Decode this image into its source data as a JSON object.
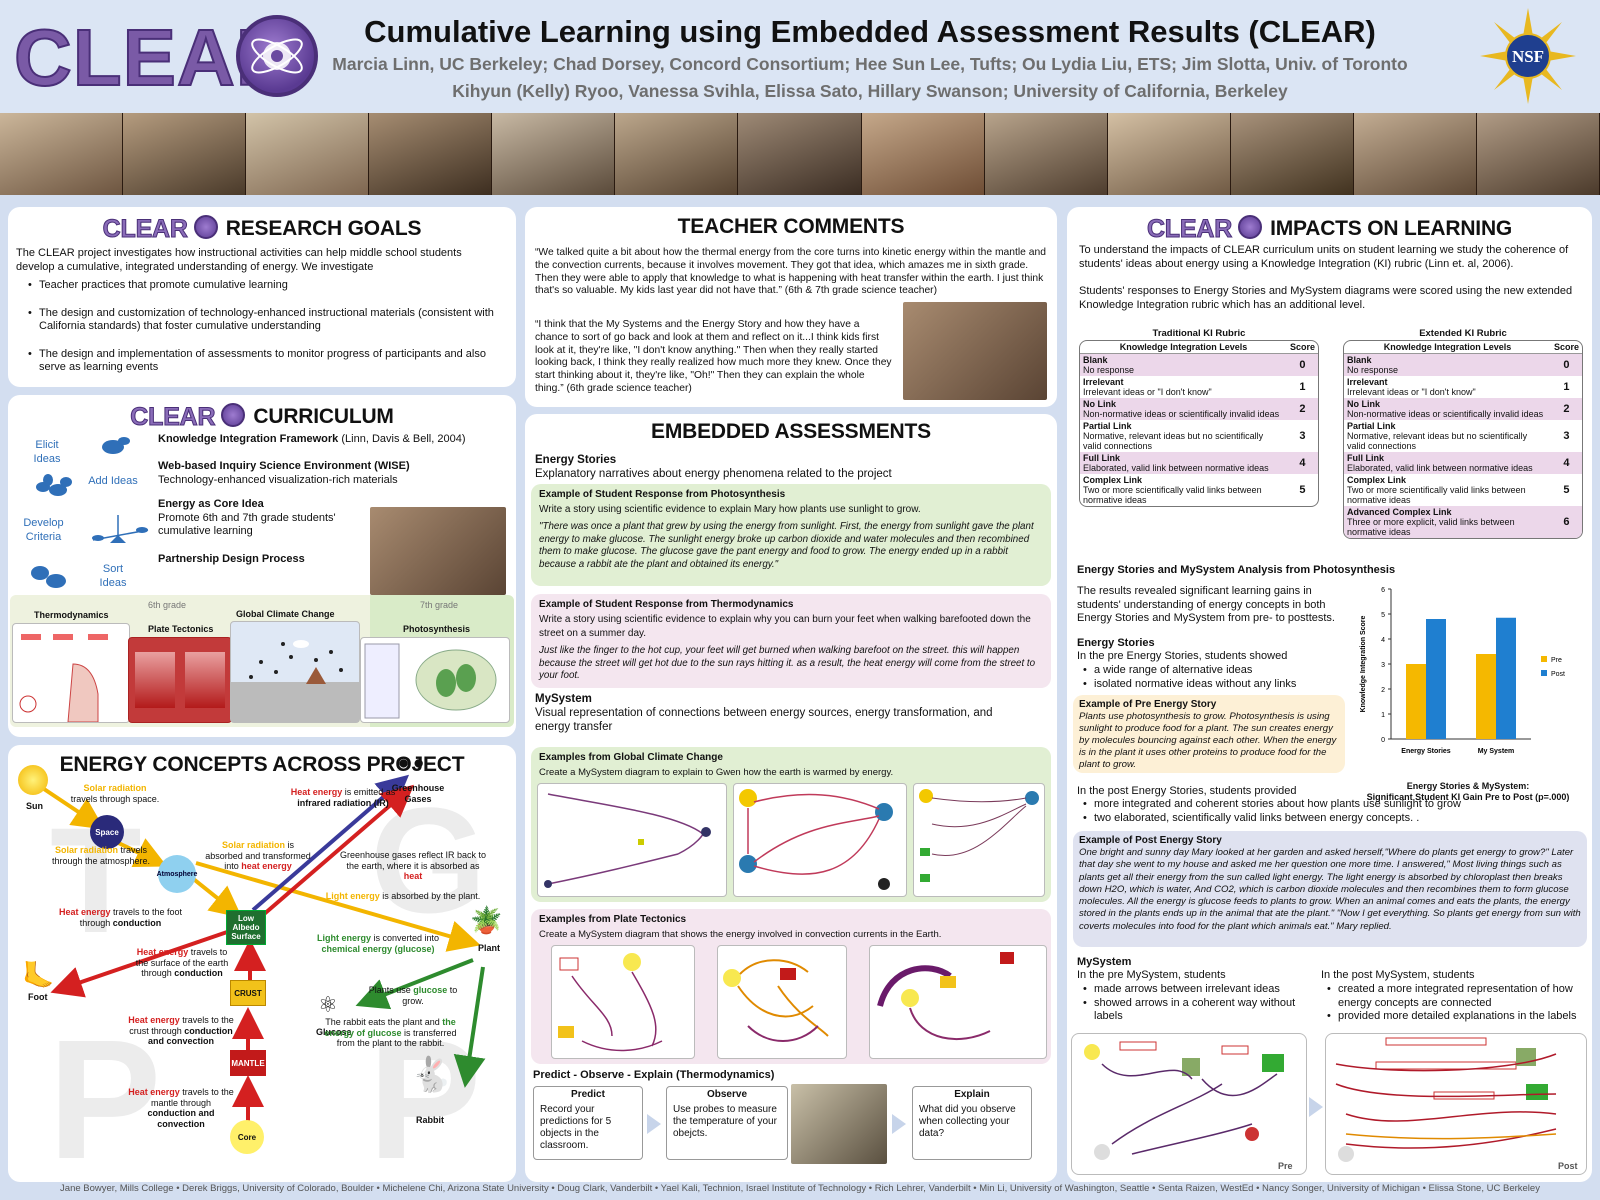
{
  "header": {
    "logo": "CLEAR",
    "title": "Cumulative Learning using Embedded Assessment Results (CLEAR)",
    "authors_line1": "Marcia Linn, UC Berkeley; Chad Dorsey, Concord Consortium; Hee Sun Lee, Tufts; Ou Lydia Liu, ETS; Jim Slotta, Univ. of Toronto",
    "authors_line2": "Kihyun (Kelly) Ryoo, Vanessa Svihla, Elissa Sato, Hillary Swanson; University of California, Berkeley",
    "nsf": "NSF"
  },
  "research_goals": {
    "logo": "CLEAR",
    "title": "RESEARCH GOALS",
    "intro": "The CLEAR project investigates how instructional activities can help middle school students develop a cumulative, integrated understanding of energy. We investigate",
    "bullets": [
      "Teacher practices that promote cumulative learning",
      "The design and customization of technology-enhanced instructional materials (consistent with California standards) that foster cumulative understanding",
      "The design and implementation of assessments to monitor progress of participants and also serve as learning events"
    ]
  },
  "curriculum": {
    "logo": "CLEAR",
    "title": "CURRICULUM",
    "ki_labels": [
      "Elicit Ideas",
      "Add Ideas",
      "Develop Criteria",
      "Sort Ideas"
    ],
    "items": [
      {
        "title": "Knowledge Integration Framework",
        "text": " (Linn, Davis & Bell, 2004)"
      },
      {
        "title": "Web-based Inquiry Science Environment (WISE)",
        "text": "Technology-enhanced visualization-rich materials"
      },
      {
        "title": "Energy as Core Idea",
        "text": "Promote 6th and 7th grade students' cumulative learning"
      },
      {
        "title": "Partnership Design Process",
        "text": ""
      }
    ],
    "grade6": "6th grade",
    "grade7": "7th grade",
    "units": [
      "Thermodynamics",
      "Plate Tectonics",
      "Global Climate Change",
      "Photosynthesis"
    ]
  },
  "energy_concepts": {
    "title": "ENERGY CONCEPTS ACROSS PROJECT",
    "letters": [
      "T",
      "G",
      "P",
      "P"
    ],
    "nodes": {
      "sun": "Sun",
      "space": "Space",
      "atmosphere": "Atmosphere",
      "low_albedo": "Low Albedo Surface",
      "crust": "CRUST",
      "mantle": "MANTLE",
      "core": "Core",
      "foot": "Foot",
      "plant": "Plant",
      "glucose": "Glucose",
      "rabbit": "Rabbit",
      "greenhouse": "Greenhouse Gases"
    },
    "labels": {
      "l1a": "Solar radiation",
      "l1b": " travels through space.",
      "l2a": "Solar radiation",
      "l2b": " travels through the atmosphere.",
      "l3a": "Solar radiation",
      "l3b": " is absorbed and transformed into ",
      "l3c": "heat energy",
      "l4a": "Heat energy",
      "l4b": " is emitted as ",
      "l4c": "infrared radiation (IR)",
      "l5": "Greenhouse gases reflect IR back to the earth, where it is absorbed as ",
      "l5b": "heat",
      "l6a": "Light energy",
      "l6b": " is absorbed by the plant.",
      "l7a": "Heat energy",
      "l7b": " travels to the foot through ",
      "l7c": "conduction",
      "l8a": "Light energy",
      "l8b": " is converted into ",
      "l8c": "chemical energy (glucose)",
      "l9a": "Heat energy",
      "l9b": " travels to the surface of the earth through ",
      "l9c": "conduction",
      "l10a": "Plants use ",
      "l10b": "glucose",
      "l10c": " to grow.",
      "l11a": "Heat energy",
      "l11b": " travels to the crust through ",
      "l11c": "conduction and convection",
      "l12a": "The rabbit eats the plant and ",
      "l12b": "the energy of glucose",
      "l12c": " is transferred from the plant to the rabbit.",
      "l13a": "Heat energy",
      "l13b": " travels to the mantle through ",
      "l13c": "conduction and convection"
    }
  },
  "teacher_comments": {
    "title": "TEACHER COMMENTS",
    "quote1": "“We talked quite a bit about how the thermal energy from the core turns into kinetic energy within the mantle and the convection currents, because it involves movement. They got that idea, which amazes me in sixth grade. Then they were able to apply that knowledge to what is happening with heat transfer within the earth. I just think that's so valuable. My kids last year did not have that.”  (6th & 7th grade science teacher)",
    "quote2": "“I think that the My Systems and the Energy Story and how they have a chance to sort of go back and look at them and reflect on it...I think kids first look at it, they're like, \"I don't know anything.\" Then when they really started looking back, I think they really realized how much more they knew.  Once they start thinking about it, they're like, \"Oh!\" Then they can explain the whole thing.”  (6th grade science teacher)"
  },
  "embedded": {
    "title": "EMBEDDED ASSESSMENTS",
    "es_title": "Energy Stories",
    "es_desc": "Explanatory narratives about energy phenomena related to the project",
    "ex1_title": "Example of Student Response from Photosynthesis",
    "ex1_prompt": "Write a story using scientific evidence to explain Mary how plants use sunlight to grow.",
    "ex1_resp": "\"There was once a plant that grew by using the energy from sunlight. First, the energy from sunlight gave the plant energy to make glucose. The sunlight energy broke up carbon dioxide and water molecules and then recombined them to make glucose. The glucose gave the pant energy and food to grow. The energy ended up in a rabbit because a rabbit ate the plant and obtained its energy.\"",
    "ex2_title": "Example of Student Response from Thermodynamics",
    "ex2_prompt": "Write a story using scientific evidence to explain why you can burn your feet when walking barefooted down the street on a summer day.",
    "ex2_resp": "Just like the finger to the hot cup, your feet will get burned when walking barefoot on the street. this will happen because the street will get hot due to the sun rays hitting it. as a result, the heat energy will come from the street to your foot.",
    "ms_title": "MySystem",
    "ms_desc": "Visual representation of connections between energy sources, energy transformation, and energy transfer",
    "ex3_title": "Examples from Global Climate Change",
    "ex3_prompt": "Create a MySystem diagram to explain to Gwen  how the earth is warmed by energy.",
    "ex4_title": "Examples from Plate Tectonics",
    "ex4_prompt": "Create a MySystem diagram that shows the energy involved in convection currents in the Earth.",
    "poe_title": "Predict - Observe - Explain (Thermodynamics)",
    "poe": [
      {
        "h": "Predict",
        "t": "Record your predictions for 5 objects in the classroom."
      },
      {
        "h": "Observe",
        "t": "Use probes to measure the temperature of your obejcts."
      },
      {
        "h": "Explain",
        "t": "What did you observe when collecting your data?"
      }
    ]
  },
  "impacts": {
    "logo": "CLEAR",
    "title": "IMPACTS ON LEARNING",
    "p1": "To understand the impacts of CLEAR curriculum units on student learning we study the coherence of students' ideas about energy using a Knowledge Integration (KI) rubric (Linn et. al, 2006).",
    "p2": "Students' responses to Energy Stories and MySystem diagrams were scored using the new extended Knowledge Integration rubric which has an additional level.",
    "trad_title": "Traditional KI Rubric",
    "ext_title": "Extended KI Rubric",
    "col1": "Knowledge Integration Levels",
    "col2": "Score",
    "rubric": [
      {
        "n": "Blank",
        "d": "No response",
        "s": "0"
      },
      {
        "n": "Irrelevant",
        "d": "Irrelevant ideas or \"I don't know\"",
        "s": "1"
      },
      {
        "n": "No Link",
        "d": "Non-normative ideas or scientifically invalid ideas",
        "s": "2"
      },
      {
        "n": "Partial Link",
        "d": "Normative, relevant ideas but no scientifically valid connections",
        "s": "3"
      },
      {
        "n": "Full Link",
        "d": "Elaborated, valid link between normative ideas",
        "s": "4"
      },
      {
        "n": "Complex Link",
        "d": "Two or more scientifically valid links between normative ideas",
        "s": "5"
      }
    ],
    "rubric_extra": {
      "n": "Advanced Complex Link",
      "d": "Three or more explicit, valid links between normative ideas",
      "s": "6"
    },
    "analysis_title": "Energy Stories and MySystem Analysis from Photosynthesis",
    "analysis_p": "The results revealed significant learning gains in students' understanding of energy concepts in both Energy Stories and MySystem from pre- to posttests.",
    "es_title": "Energy Stories",
    "es_pre": "In the pre Energy Stories, students showed",
    "es_pre_b": [
      "a wide range of alternative ideas",
      "isolated normative ideas without any links"
    ],
    "pre_ex_title": "Example of Pre Energy Story",
    "pre_ex": "Plants use photosynthesis to grow. Photosynthesis is using sunlight to produce food for a plant.  The sun creates energy by molecules bouncing against each other. When the energy is in the plant it uses other proteins to produce food for the plant to grow.",
    "es_post": "In the post Energy Stories, students provided",
    "es_post_b": [
      "more integrated and coherent stories about how plants use sunlight to grow",
      "two elaborated, scientifically valid links between energy concepts. ."
    ],
    "post_ex_title": "Example of Post Energy Story",
    "post_ex": "One bright and sunny day Mary looked at her garden and asked herself,\"Where do plants get energy to grow?\" Later that day she went to my house and asked me her question one more time. I answered,\" Most living things such as plants get all their energy from the sun called light energy. The light energy is absorbed by chloroplast then breaks down H2O, which is water, And CO2, which is carbon dioxide molecules and then recombines them to form glucose molecules. All the energy is glucose feeds to plants to grow. When an animal comes and eats the plants, the energy stored in the plants ends up in the animal that ate the plant.\" \"Now I get everything. So plants get energy from sun with coverts molecules into food for the plant which animals eat.\" Mary replied.",
    "ms_title": "MySystem",
    "ms_pre": "In the pre MySystem, students",
    "ms_pre_b": [
      "made arrows between irrelevant ideas",
      "showed arrows in a coherent way without labels"
    ],
    "ms_post": "In the post MySystem,  students",
    "ms_post_b": [
      "created a more integrated representation of how energy  concepts are connected",
      "provided more detailed explanations in the labels"
    ],
    "pre_label": "Pre",
    "post_label": "Post",
    "chart_caption1": "Energy Stories & MySystem:",
    "chart_caption2": "Significant Student KI Gain Pre to Post (p=.000)"
  },
  "chart_data": {
    "type": "bar",
    "categories": [
      "Energy Stories",
      "My System"
    ],
    "series": [
      {
        "name": "Pre",
        "values": [
          3.0,
          3.4
        ]
      },
      {
        "name": "Post",
        "values": [
          4.8,
          4.85
        ]
      }
    ],
    "ylabel": "Knowledge Integration Score",
    "xlabel": "",
    "ylim": [
      0,
      6
    ],
    "yticks": [
      0,
      1,
      2,
      3,
      4,
      5,
      6
    ],
    "colors": {
      "Pre": "#f5b800",
      "Post": "#1f7fd0"
    },
    "legend": "right",
    "grid": false
  },
  "footer": "Jane Bowyer, Mills College  •  Derek Briggs, University of Colorado, Boulder  •  Michelene Chi, Arizona State University  •  Doug Clark, Vanderbilt  •  Yael Kali, Technion, Israel Institute of Technology  •  Rich Lehrer, Vanderbilt  •  Min Li, University of Washington, Seattle  •  Senta Raizen, WestEd  •  Nancy Songer, University of Michigan  •  Elissa Stone, UC Berkeley",
  "colors": {
    "accent": "#7a5aa6",
    "green_box": "#e1efd3",
    "pink_box": "#f4e6ef"
  }
}
